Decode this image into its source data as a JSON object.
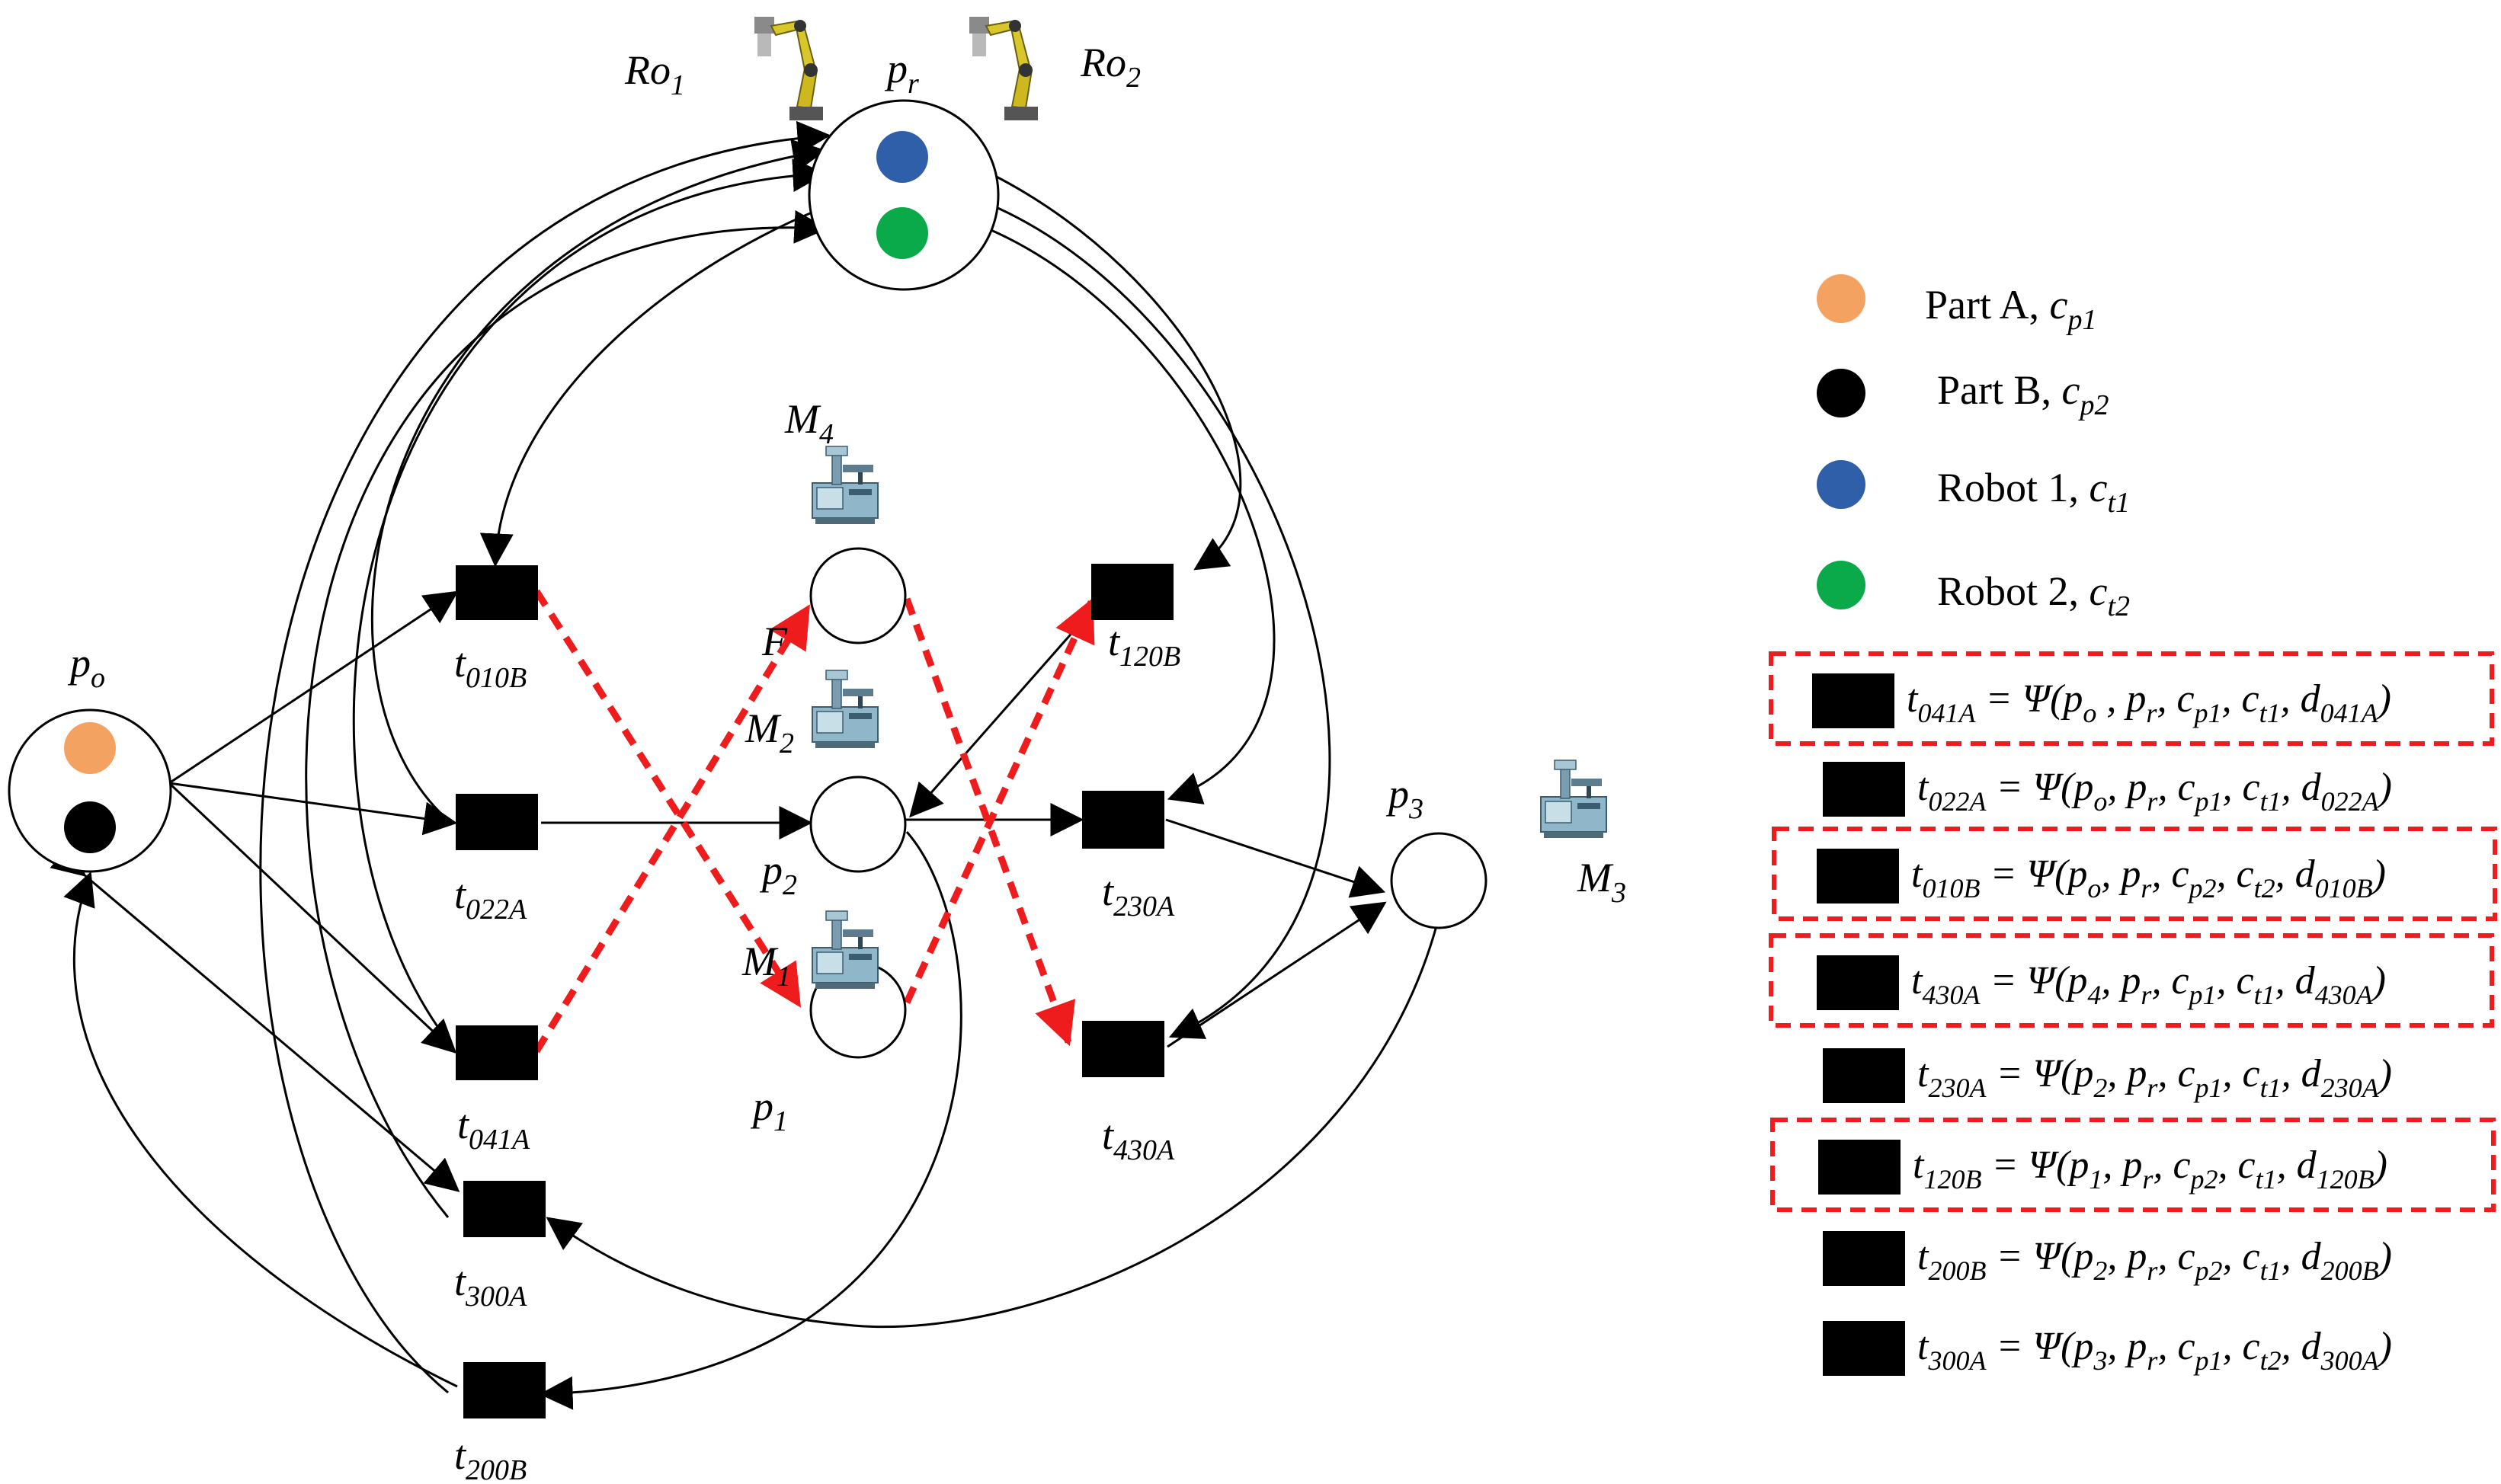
{
  "colors": {
    "part_a": "#f4a261",
    "part_b": "#000000",
    "robot_1": "#2e5fa8",
    "robot_2": "#0aaa4a",
    "highlight": "#ee1c1c"
  },
  "icons": {
    "robot": "robot-arm-icon",
    "machine": "machine-tool-icon"
  },
  "places": {
    "po": {
      "name": "p",
      "sub": "o"
    },
    "pr": {
      "name": "p",
      "sub": "r"
    },
    "p1": {
      "name": "p",
      "sub": "1"
    },
    "p2": {
      "name": "p",
      "sub": "2"
    },
    "p3": {
      "name": "p",
      "sub": "3"
    },
    "p4_partial": "F"
  },
  "transitions": {
    "t010B": {
      "name": "t",
      "sub": "010B"
    },
    "t022A": {
      "name": "t",
      "sub": "022A"
    },
    "t041A": {
      "name": "t",
      "sub": "041A"
    },
    "t300A": {
      "name": "t",
      "sub": "300A"
    },
    "t200B": {
      "name": "t",
      "sub": "200B"
    },
    "t120B": {
      "name": "t",
      "sub": "120B"
    },
    "t230A": {
      "name": "t",
      "sub": "230A"
    },
    "t430A": {
      "name": "t",
      "sub": "430A"
    }
  },
  "robots": {
    "ro1": {
      "name": "Ro",
      "sub": "1"
    },
    "ro2": {
      "name": "Ro",
      "sub": "2"
    }
  },
  "machines": {
    "m1": {
      "name": "M",
      "sub": "1"
    },
    "m2": {
      "name": "M",
      "sub": "2"
    },
    "m3": {
      "name": "M",
      "sub": "3"
    },
    "m4": {
      "name": "M",
      "sub": "4"
    }
  },
  "legend": {
    "part_a": {
      "text": "Part A, ",
      "sym": "c",
      "sub": "p1"
    },
    "part_b": {
      "text": "Part B, ",
      "sym": "c",
      "sub": "p2"
    },
    "robot_1": {
      "text": "Robot 1, ",
      "sym": "c",
      "sub": "t1"
    },
    "robot_2": {
      "text": "Robot 2, ",
      "sym": "c",
      "sub": "t2"
    }
  },
  "formulas": [
    {
      "t": "t",
      "tsub": "041A",
      "eq": " = Ψ(",
      "a1": "p",
      "a1s": "o",
      "a2": " , p",
      "a2s": "r",
      "a3": ", c",
      "a3s": "p1",
      "a4": ", c",
      "a4s": "t1",
      "a5": ", d",
      "a5s": "041A",
      "end": ")",
      "highlight": true
    },
    {
      "t": "t",
      "tsub": "022A",
      "eq": " = Ψ(",
      "a1": "p",
      "a1s": "o",
      "a2": ", p",
      "a2s": "r",
      "a3": ", c",
      "a3s": "p1",
      "a4": ", c",
      "a4s": "t1",
      "a5": ", d",
      "a5s": "022A",
      "end": ")",
      "highlight": false
    },
    {
      "t": "t",
      "tsub": "010B",
      "eq": " = Ψ(",
      "a1": "p",
      "a1s": "o",
      "a2": ", p",
      "a2s": "r",
      "a3": ", c",
      "a3s": "p2",
      "a4": ", c",
      "a4s": "t2",
      "a5": ", d",
      "a5s": "010B",
      "end": ")",
      "highlight": true
    },
    {
      "t": "t",
      "tsub": "430A",
      "eq": " = Ψ(",
      "a1": "p",
      "a1s": "4",
      "a2": ", p",
      "a2s": "r",
      "a3": ", c",
      "a3s": "p1",
      "a4": ", c",
      "a4s": "t1",
      "a5": ", d",
      "a5s": "430A",
      "end": ")",
      "highlight": true
    },
    {
      "t": "t",
      "tsub": "230A",
      "eq": " = Ψ(",
      "a1": "p",
      "a1s": "2",
      "a2": ", p",
      "a2s": "r",
      "a3": ", c",
      "a3s": "p1",
      "a4": ", c",
      "a4s": "t1",
      "a5": ", d",
      "a5s": "230A",
      "end": ")",
      "highlight": false
    },
    {
      "t": "t",
      "tsub": "120B",
      "eq": " = Ψ(",
      "a1": "p",
      "a1s": "1",
      "a2": ", p",
      "a2s": "r",
      "a3": ", c",
      "a3s": "p2",
      "a4": ", c",
      "a4s": "t1",
      "a5": ", d",
      "a5s": "120B",
      "end": ")",
      "highlight": true
    },
    {
      "t": "t",
      "tsub": "200B",
      "eq": " = Ψ(",
      "a1": "p",
      "a1s": "2",
      "a2": ", p",
      "a2s": "r",
      "a3": ", c",
      "a3s": "p2",
      "a4": ", c",
      "a4s": "t1",
      "a5": ", d",
      "a5s": "200B",
      "end": ")",
      "highlight": false
    },
    {
      "t": "t",
      "tsub": "300A",
      "eq": " = Ψ(",
      "a1": "p",
      "a1s": "3",
      "a2": ", p",
      "a2s": "r",
      "a3": ", c",
      "a3s": "p1",
      "a4": ", c",
      "a4s": "t2",
      "a5": ", d",
      "a5s": "300A",
      "end": ")",
      "highlight": false
    }
  ]
}
